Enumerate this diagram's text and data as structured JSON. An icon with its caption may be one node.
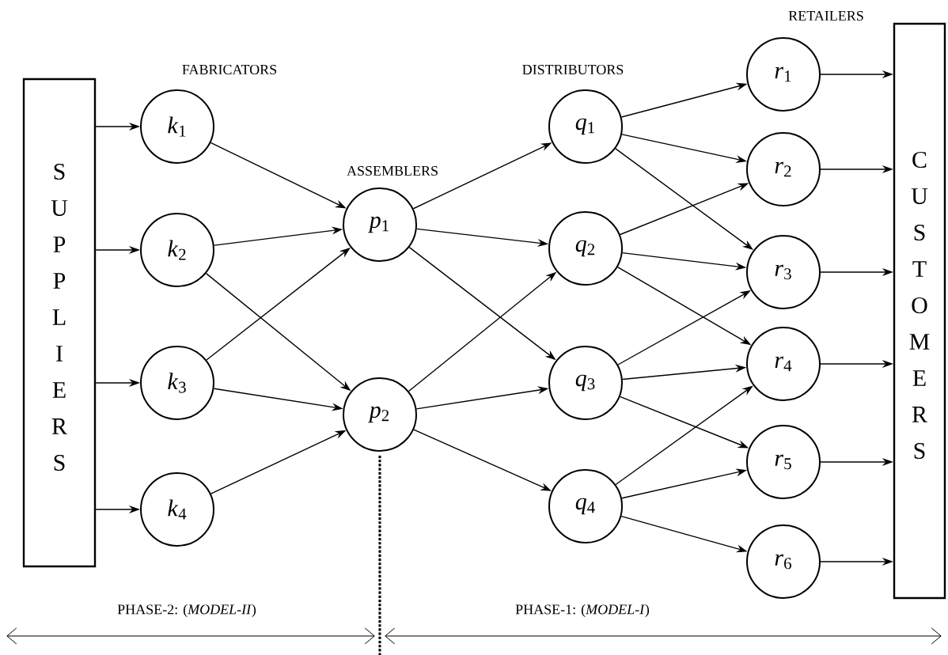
{
  "diagram": {
    "nodes": [
      {
        "text": [
          "SUPPLIERS"
        ]
      },
      {
        "text": [
          "*k*$_{1}$"
        ]
      },
      {
        "text": [
          "*k*$_{2}$"
        ]
      },
      {
        "text": [
          "*k*$_{3}$"
        ]
      },
      {
        "text": [
          "*k*$_{4}$"
        ]
      },
      {
        "text": [
          "*p*$_{1}$"
        ]
      },
      {
        "text": [
          "*p*$_{2}$"
        ]
      },
      {
        "text": [
          "*q*$_{1}$"
        ]
      },
      {
        "text": [
          "*q*$_{2}$"
        ]
      },
      {
        "text": [
          "*q*$_{3}$"
        ]
      },
      {
        "text": [
          "*q*$_{4}$"
        ]
      },
      {
        "text": [
          "*r*$_{1}$"
        ]
      },
      {
        "text": [
          "*r*$_{2}$"
        ]
      },
      {
        "text": [
          "*r*$_{3}$"
        ]
      },
      {
        "text": [
          "*r*$_{4}$"
        ]
      },
      {
        "text": [
          "*r*$_{5}$"
        ]
      },
      {
        "text": [
          "*r*$_{6}$"
        ]
      },
      {
        "text": [
          "CUSTOMERS"
        ]
      }
    ],
    "edges": [
      {
        "from": 0,
        "to": 1,
        "arrow": "to"
      },
      {
        "from": 0,
        "to": 2,
        "arrow": "to"
      },
      {
        "from": 0,
        "to": 3,
        "arrow": "to"
      },
      {
        "from": 0,
        "to": 4,
        "arrow": "to"
      },
      {
        "from": 1,
        "to": 5,
        "arrow": "to"
      },
      {
        "from": 2,
        "to": 5,
        "arrow": "to"
      },
      {
        "from": 2,
        "to": 6,
        "arrow": "to"
      },
      {
        "from": 3,
        "to": 5,
        "arrow": "to"
      },
      {
        "from": 3,
        "to": 6,
        "arrow": "to"
      },
      {
        "from": 4,
        "to": 6,
        "arrow": "to"
      },
      {
        "from": 5,
        "to": 7,
        "arrow": "to"
      },
      {
        "from": 5,
        "to": 8,
        "arrow": "to"
      },
      {
        "from": 5,
        "to": 9,
        "arrow": "to"
      },
      {
        "from": 6,
        "to": 8,
        "arrow": "to"
      },
      {
        "from": 6,
        "to": 9,
        "arrow": "to"
      },
      {
        "from": 6,
        "to": 10,
        "arrow": "to"
      },
      {
        "from": 7,
        "to": 11,
        "arrow": "to"
      },
      {
        "from": 7,
        "to": 12,
        "arrow": "to"
      },
      {
        "from": 7,
        "to": 13,
        "arrow": "to"
      },
      {
        "from": 8,
        "to": 12,
        "arrow": "to"
      },
      {
        "from": 8,
        "to": 13,
        "arrow": "to"
      },
      {
        "from": 8,
        "to": 14,
        "arrow": "to"
      },
      {
        "from": 9,
        "to": 13,
        "arrow": "to"
      },
      {
        "from": 9,
        "to": 14,
        "arrow": "to"
      },
      {
        "from": 9,
        "to": 15,
        "arrow": "to"
      },
      {
        "from": 10,
        "to": 14,
        "arrow": "to"
      },
      {
        "from": 10,
        "to": 15,
        "arrow": "to"
      },
      {
        "from": 10,
        "to": 16,
        "arrow": "to"
      },
      {
        "from": 11,
        "to": 17,
        "arrow": "to"
      },
      {
        "from": 12,
        "to": 17,
        "arrow": "to"
      },
      {
        "from": 13,
        "to": 17,
        "arrow": "to"
      },
      {
        "from": 14,
        "to": 17,
        "arrow": "to"
      },
      {
        "from": 15,
        "to": 17,
        "arrow": "to"
      },
      {
        "from": 16,
        "to": 17,
        "arrow": "to"
      }
    ],
    "labels": [
      "FABRICATORS",
      "ASSEMBLERS",
      "DISTRIBUTORS",
      "RETAILERS",
      "PHASE-2: (*MODEL-II*)",
      "PHASE-1: (*MODEL-I*)"
    ]
  }
}
